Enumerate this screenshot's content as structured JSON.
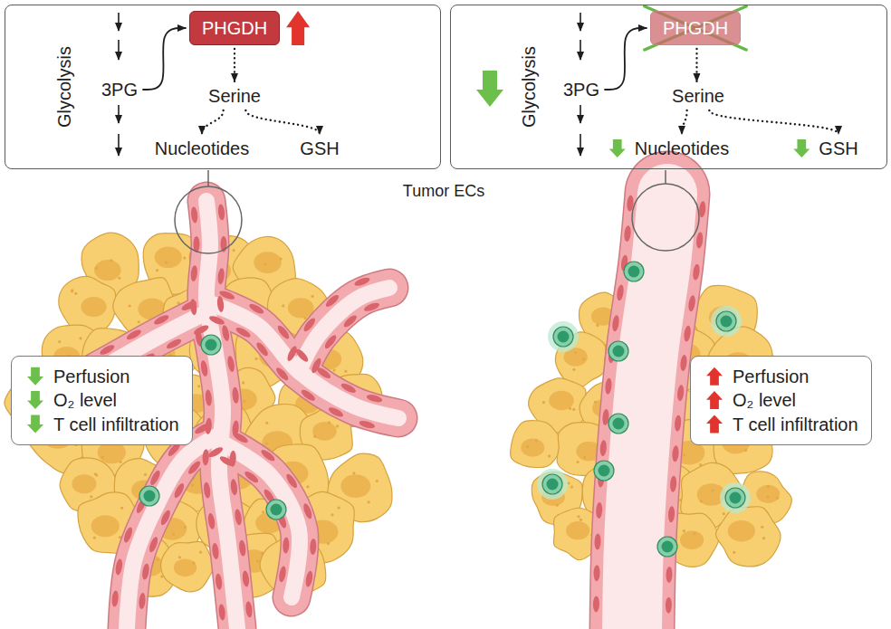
{
  "diagram": {
    "nodes": [
      {
        "text": [
          "Glycolysis"
        ]
      },
      {
        "text": [
          "3PG"
        ],
        "in": 0
      },
      {
        "text": [
          "PHGDH"
        ],
        "in": 0
      },
      {
        "text": [
          "Serine"
        ],
        "in": 0
      },
      {
        "text": [
          "Nucleotides"
        ],
        "in": 0
      },
      {
        "text": [
          "GSH"
        ],
        "in": 0
      },
      {
        "text": [
          "Glycolysis"
        ]
      },
      {
        "text": [
          "3PG"
        ],
        "in": 6
      },
      {
        "text": [
          "PHGDH"
        ],
        "in": 6
      },
      {
        "text": [
          "Serine"
        ],
        "in": 6
      },
      {
        "text": [
          "Nucleotides"
        ],
        "in": 6
      },
      {
        "text": [
          "GSH"
        ],
        "in": 6
      },
      {
        "text": [
          "Perfusion",
          "O₂ level",
          "T cell infiltration"
        ]
      },
      {
        "text": [
          "Perfusion",
          "O₂ level",
          "T cell infiltration"
        ]
      }
    ],
    "edges": [
      {
        "from": 1,
        "to": 2,
        "arrow": "to"
      },
      {
        "from": 2,
        "to": 3,
        "arrow": "to"
      },
      {
        "from": 3,
        "to": 4,
        "arrow": "to"
      },
      {
        "from": 3,
        "to": 5,
        "arrow": "to"
      },
      {
        "from": 7,
        "to": 8,
        "arrow": "to"
      },
      {
        "from": 8,
        "to": 9,
        "arrow": "to"
      },
      {
        "from": 9,
        "to": 10,
        "arrow": "to"
      },
      {
        "from": 9,
        "to": 11,
        "arrow": "to"
      }
    ],
    "labels": [
      "Tumor ECs"
    ]
  }
}
